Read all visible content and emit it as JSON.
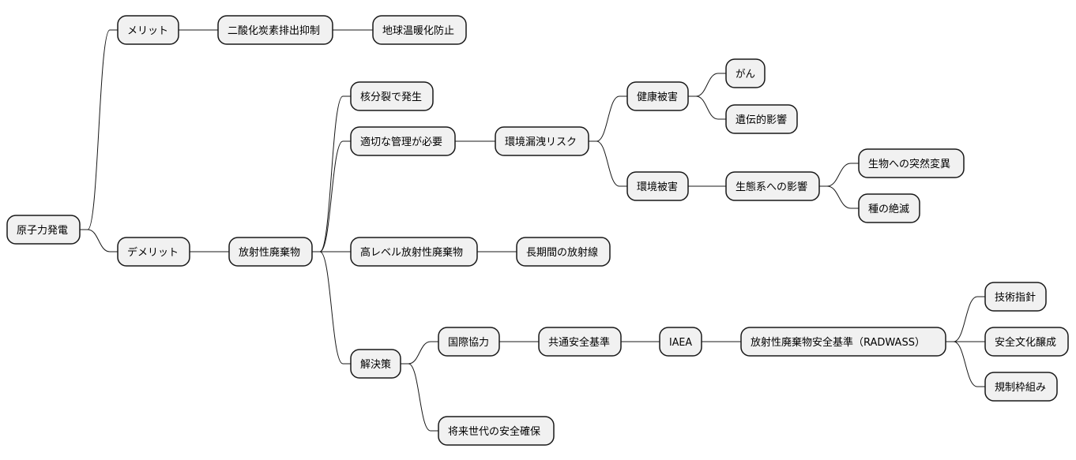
{
  "mindmap": {
    "root": {
      "id": "root",
      "label": "原子力発電",
      "children": [
        {
          "id": "merit",
          "label": "メリット",
          "children": [
            {
              "id": "co2",
              "label": "二酸化炭素排出抑制",
              "children": [
                {
                  "id": "warming",
                  "label": "地球温暖化防止"
                }
              ]
            }
          ]
        },
        {
          "id": "demerit",
          "label": "デメリット",
          "children": [
            {
              "id": "waste",
              "label": "放射性廃棄物",
              "children": [
                {
                  "id": "fission",
                  "label": "核分裂で発生"
                },
                {
                  "id": "management",
                  "label": "適切な管理が必要",
                  "children": [
                    {
                      "id": "leak-risk",
                      "label": "環境漏洩リスク",
                      "children": [
                        {
                          "id": "health",
                          "label": "健康被害",
                          "children": [
                            {
                              "id": "cancer",
                              "label": "がん"
                            },
                            {
                              "id": "genetic",
                              "label": "遺伝的影響"
                            }
                          ]
                        },
                        {
                          "id": "env-damage",
                          "label": "環境被害",
                          "children": [
                            {
                              "id": "eco",
                              "label": "生態系への影響",
                              "children": [
                                {
                                  "id": "mutation",
                                  "label": "生物への突然変異"
                                },
                                {
                                  "id": "extinction",
                                  "label": "種の絶滅"
                                }
                              ]
                            }
                          ]
                        }
                      ]
                    }
                  ]
                },
                {
                  "id": "hlw",
                  "label": "高レベル放射性廃棄物",
                  "children": [
                    {
                      "id": "long-radiation",
                      "label": "長期間の放射線"
                    }
                  ]
                },
                {
                  "id": "solution",
                  "label": "解決策",
                  "children": [
                    {
                      "id": "intl",
                      "label": "国際協力",
                      "children": [
                        {
                          "id": "common-std",
                          "label": "共通安全基準",
                          "children": [
                            {
                              "id": "iaea",
                              "label": "IAEA",
                              "children": [
                                {
                                  "id": "radwass",
                                  "label": "放射性廃棄物安全基準（RADWASS）",
                                  "children": [
                                    {
                                      "id": "guideline",
                                      "label": "技術指針"
                                    },
                                    {
                                      "id": "culture",
                                      "label": "安全文化醸成"
                                    },
                                    {
                                      "id": "framework",
                                      "label": "規制枠組み"
                                    }
                                  ]
                                }
                              ]
                            }
                          ]
                        }
                      ]
                    },
                    {
                      "id": "future",
                      "label": "将来世代の安全確保"
                    }
                  ]
                }
              ]
            }
          ]
        }
      ]
    }
  }
}
